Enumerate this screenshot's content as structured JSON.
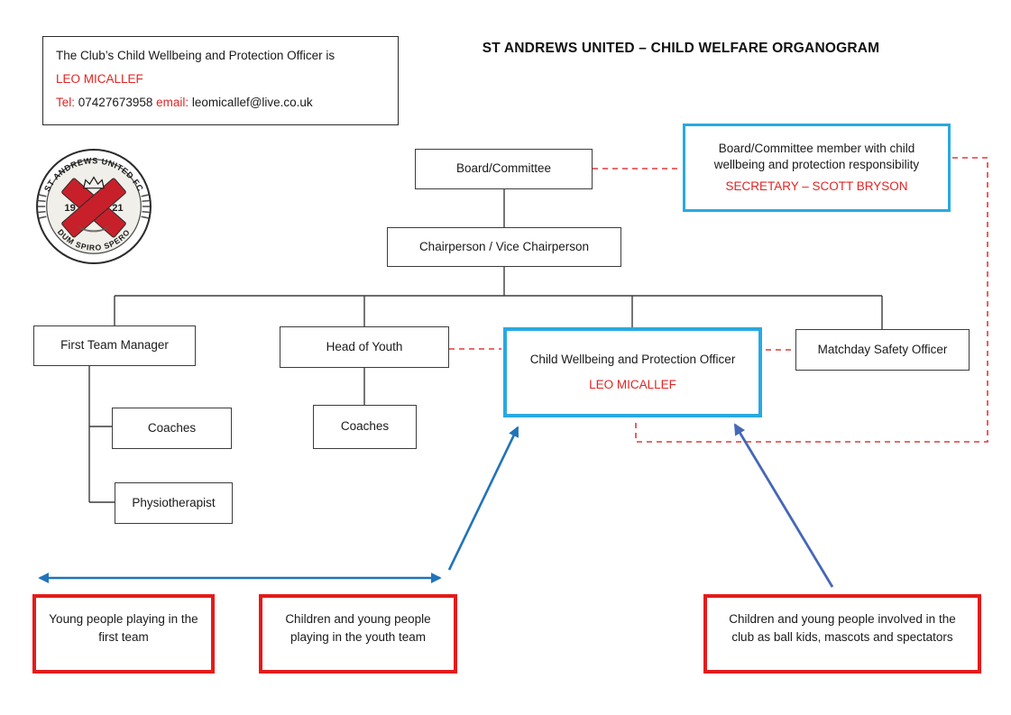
{
  "title": "ST ANDREWS UNITED – CHILD WELFARE ORGANOGRAM",
  "contact_card": {
    "line1": "The Club’s Child Wellbeing and Protection Officer is",
    "officer_name": "LEO MICALLEF",
    "tel_label": "Tel:",
    "tel_value": "07427673958",
    "email_label": "email:",
    "email_value": "leomicallef@live.co.uk"
  },
  "secretary_card": {
    "line1": "Board/Committee member with child wellbeing and protection responsibility",
    "name": "SECRETARY – SCOTT BRYSON"
  },
  "logo": {
    "top_text": "ST ANDREWS UNITED FC",
    "bottom_text": "DUM SPIRO SPERO",
    "year_left": "19",
    "year_right": "21"
  },
  "org": {
    "board": "Board/Committee",
    "chairperson": "Chairperson / Vice Chairperson",
    "first_team_manager": "First Team Manager",
    "head_of_youth": "Head of Youth",
    "cwpo_title": "Child Wellbeing and Protection Officer",
    "cwpo_name": "LEO MICALLEF",
    "matchday_safety_officer": "Matchday Safety Officer",
    "coaches_first_team": "Coaches",
    "coaches_youth": "Coaches",
    "physiotherapist": "Physiotherapist"
  },
  "groups": {
    "first_team": "Young people playing in the first team",
    "youth_team": "Children and young people playing in the youth team",
    "club_other": "Children and young people involved in the club as ball kids, mascots and spectators"
  },
  "colors": {
    "highlight_blue": "#29a9e1",
    "alert_red": "#e41b1b",
    "text_red": "#e32424",
    "dashed_red": "#e03a3a",
    "arrow_steel_blue": "#2173b8",
    "arrow_royal_blue": "#4567b6"
  }
}
